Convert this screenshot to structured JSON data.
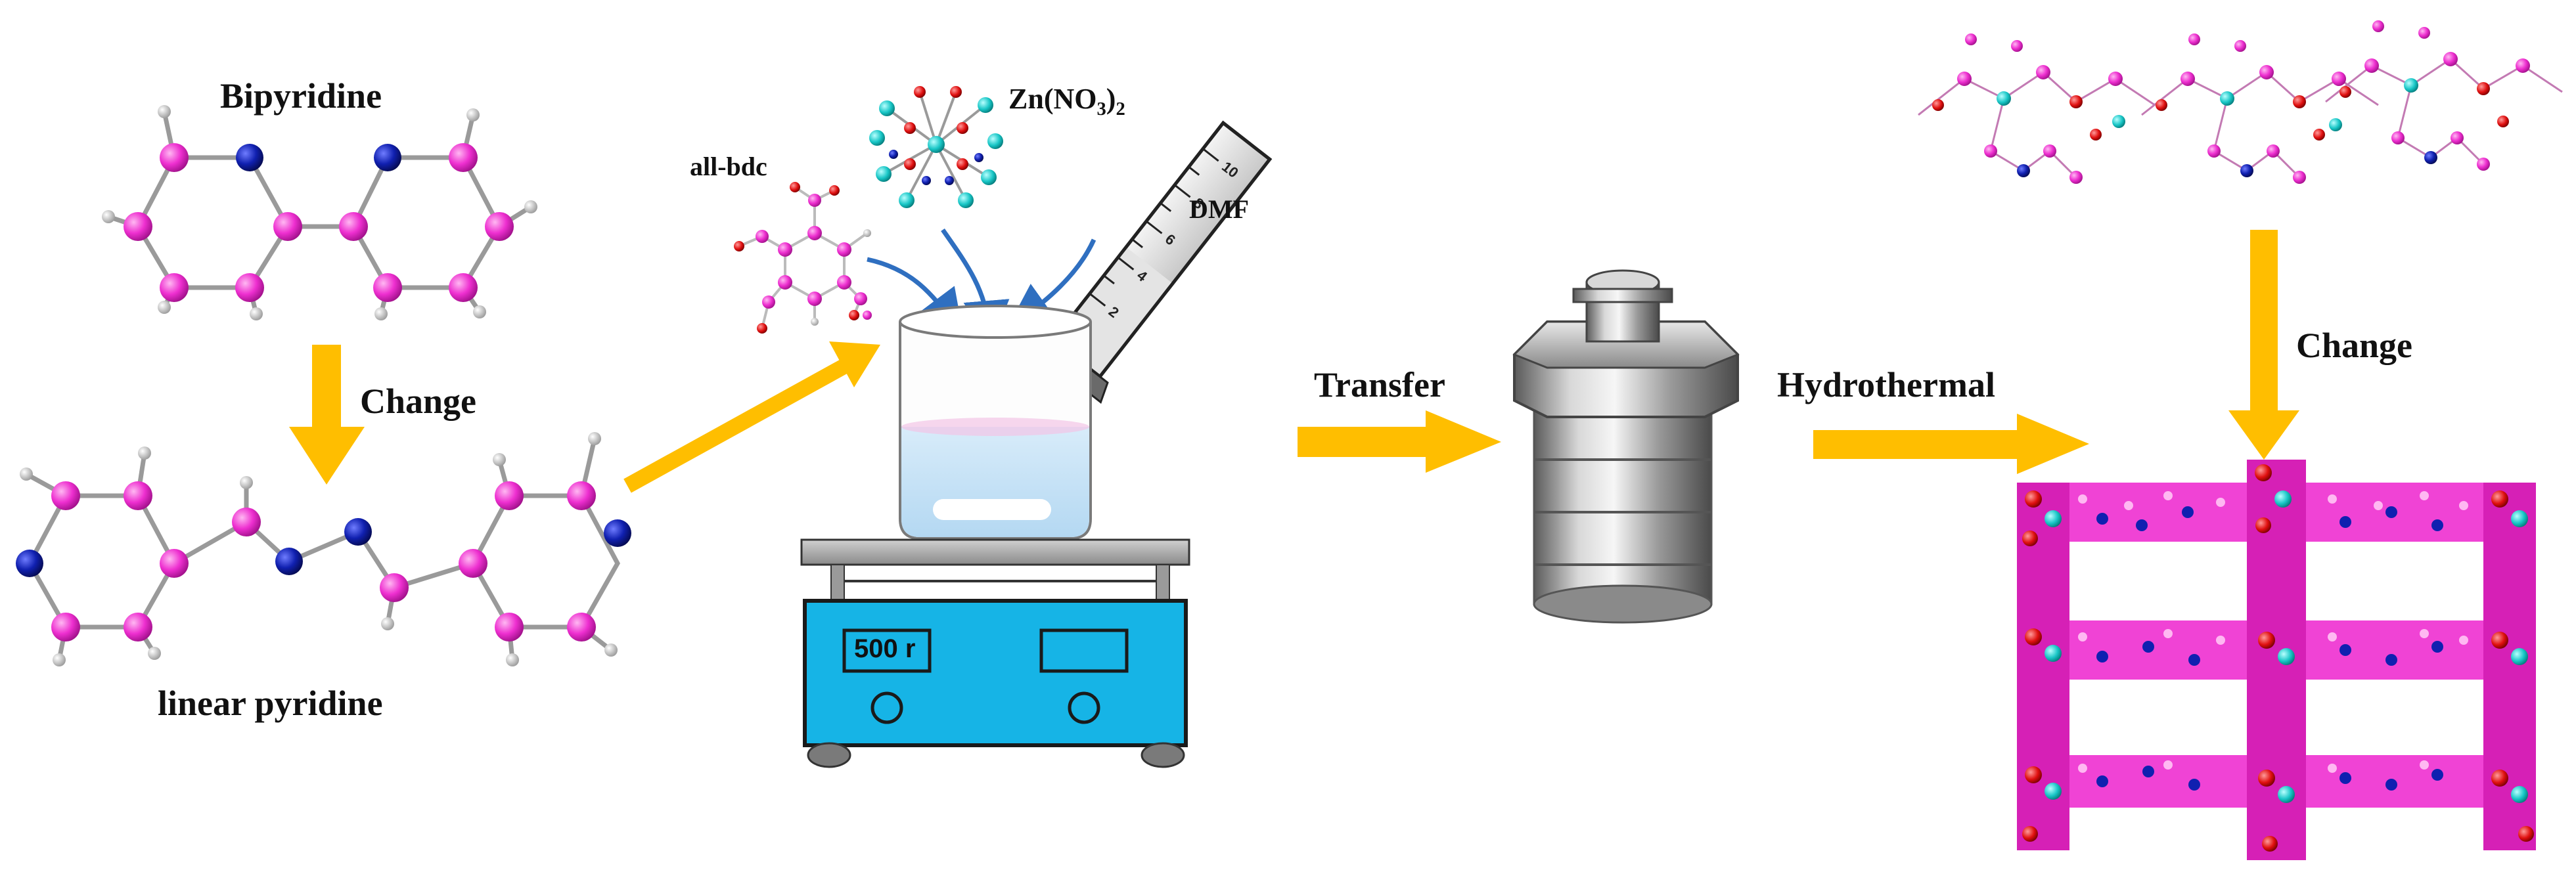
{
  "labels": {
    "bipyridine": "Bipyridine",
    "change_left": "Change",
    "linear_pyridine": "linear pyridine",
    "all_bdc": "all-bdc",
    "zn_formula_main": "Zn(NO",
    "zn_formula_sub3": "3",
    "zn_formula_close": ")",
    "zn_formula_sub2": "2",
    "dmf": "DMF",
    "transfer": "Transfer",
    "hydrothermal": "Hydrothermal",
    "change_right": "Change"
  },
  "stirrer": {
    "display_text": "500 r"
  },
  "cylinder": {
    "tick_labels": [
      "10",
      "8",
      "6",
      "4",
      "2"
    ]
  },
  "colors": {
    "carbon": "#ee2fd0",
    "nitrogen": "#1020b0",
    "zinc": "#18c6c6",
    "oxygen": "#e01010",
    "arrow": "#ffbe00",
    "flow_arrow": "#2f6fc0",
    "stirrer_body": "#16b4e6",
    "hydrogen": "#e8e8e8"
  }
}
